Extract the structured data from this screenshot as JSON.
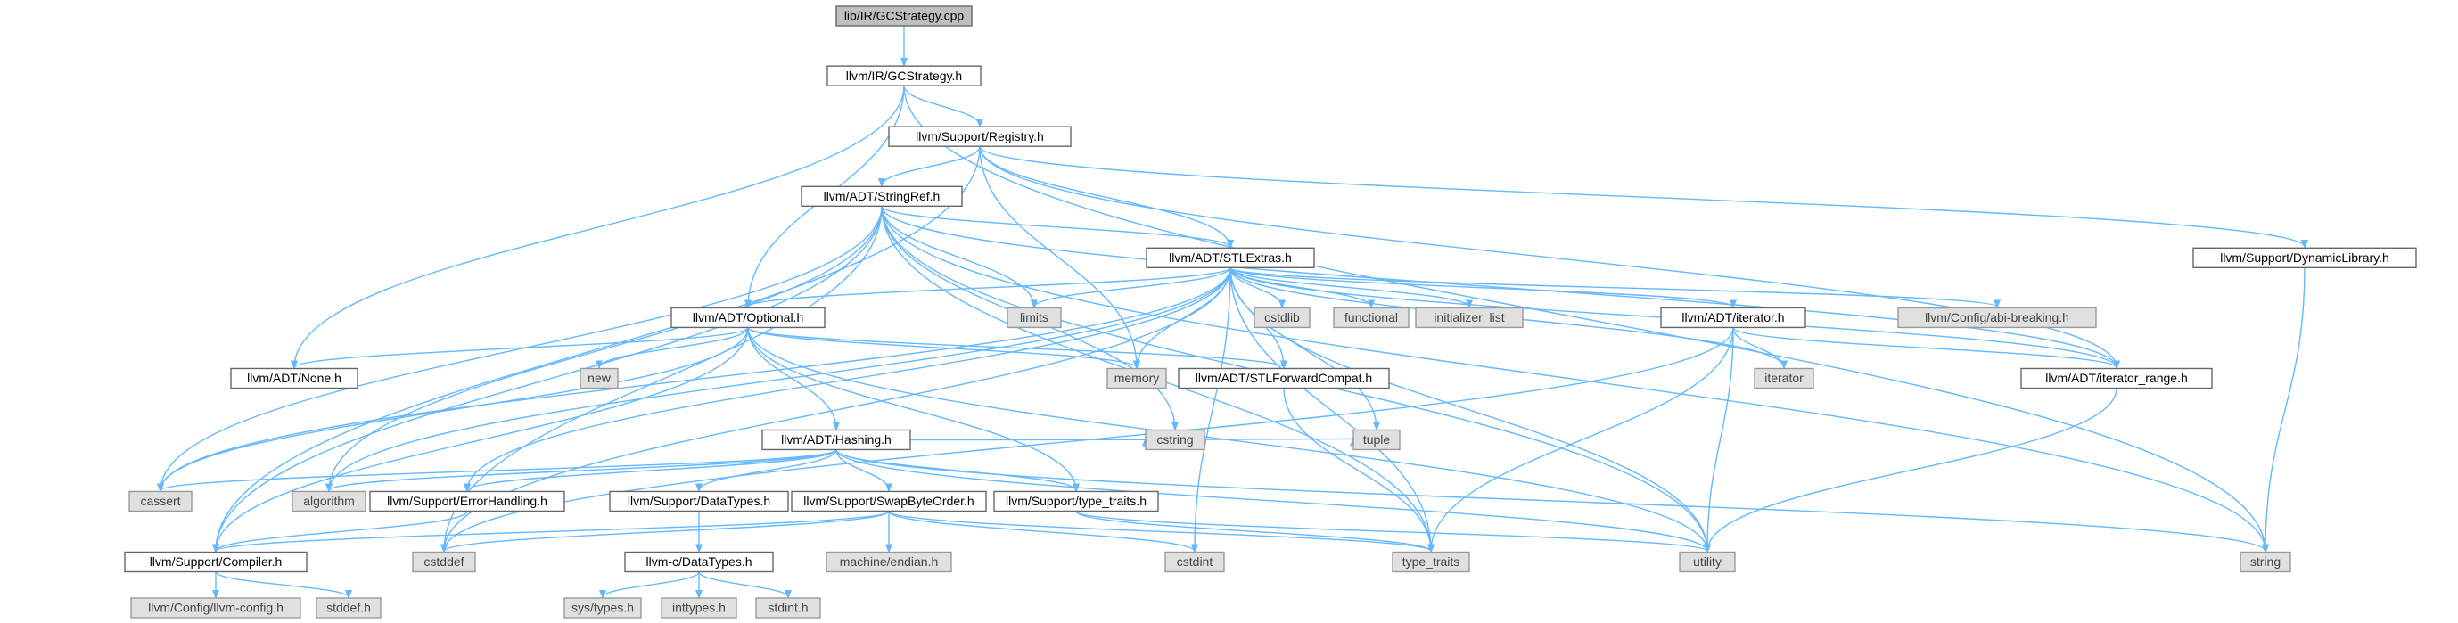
{
  "graph": {
    "colors": {
      "edge": "#63b8ff",
      "root_fill": "#bfbfbf",
      "internal_fill": "#ffffff",
      "external_fill": "#e0e0e0",
      "border": "#666666"
    },
    "nodes": [
      {
        "id": "root",
        "label": "lib/IR/GCStrategy.cpp",
        "kind": "root"
      },
      {
        "id": "gcstrategy_h",
        "label": "llvm/IR/GCStrategy.h",
        "kind": "internal"
      },
      {
        "id": "registry_h",
        "label": "llvm/Support/Registry.h",
        "kind": "internal"
      },
      {
        "id": "stringref_h",
        "label": "llvm/ADT/StringRef.h",
        "kind": "internal"
      },
      {
        "id": "stlextras_h",
        "label": "llvm/ADT/STLExtras.h",
        "kind": "internal"
      },
      {
        "id": "dynlib_h",
        "label": "llvm/Support/DynamicLibrary.h",
        "kind": "internal"
      },
      {
        "id": "optional_h",
        "label": "llvm/ADT/Optional.h",
        "kind": "internal"
      },
      {
        "id": "none_h",
        "label": "llvm/ADT/None.h",
        "kind": "internal"
      },
      {
        "id": "limits",
        "label": "limits",
        "kind": "external"
      },
      {
        "id": "cstdlib",
        "label": "cstdlib",
        "kind": "external"
      },
      {
        "id": "functional",
        "label": "functional",
        "kind": "external"
      },
      {
        "id": "initializer_list",
        "label": "initializer_list",
        "kind": "external"
      },
      {
        "id": "iterator_h",
        "label": "llvm/ADT/iterator.h",
        "kind": "internal"
      },
      {
        "id": "abi_breaking_h",
        "label": "llvm/Config/abi-breaking.h",
        "kind": "external"
      },
      {
        "id": "new",
        "label": "new",
        "kind": "external"
      },
      {
        "id": "memory",
        "label": "memory",
        "kind": "external"
      },
      {
        "id": "stlforwardcompat_h",
        "label": "llvm/ADT/STLForwardCompat.h",
        "kind": "internal"
      },
      {
        "id": "iterator",
        "label": "iterator",
        "kind": "external"
      },
      {
        "id": "iterator_range_h",
        "label": "llvm/ADT/iterator_range.h",
        "kind": "internal"
      },
      {
        "id": "hashing_h",
        "label": "llvm/ADT/Hashing.h",
        "kind": "internal"
      },
      {
        "id": "cassert",
        "label": "cassert",
        "kind": "external"
      },
      {
        "id": "algorithm",
        "label": "algorithm",
        "kind": "external"
      },
      {
        "id": "errorhandling_h",
        "label": "llvm/Support/ErrorHandling.h",
        "kind": "internal"
      },
      {
        "id": "datatypes_h",
        "label": "llvm/Support/DataTypes.h",
        "kind": "internal"
      },
      {
        "id": "swapbyteorder_h",
        "label": "llvm/Support/SwapByteOrder.h",
        "kind": "internal"
      },
      {
        "id": "type_traits_h",
        "label": "llvm/Support/type_traits.h",
        "kind": "internal"
      },
      {
        "id": "cstring",
        "label": "cstring",
        "kind": "external"
      },
      {
        "id": "tuple",
        "label": "tuple",
        "kind": "external"
      },
      {
        "id": "compiler_h",
        "label": "llvm/Support/Compiler.h",
        "kind": "internal"
      },
      {
        "id": "cstddef",
        "label": "cstddef",
        "kind": "external"
      },
      {
        "id": "c_datatypes_h",
        "label": "llvm-c/DataTypes.h",
        "kind": "internal"
      },
      {
        "id": "machine_endian_h",
        "label": "machine/endian.h",
        "kind": "external"
      },
      {
        "id": "cstdint",
        "label": "cstdint",
        "kind": "external"
      },
      {
        "id": "type_traits",
        "label": "type_traits",
        "kind": "external"
      },
      {
        "id": "utility",
        "label": "utility",
        "kind": "external"
      },
      {
        "id": "string",
        "label": "string",
        "kind": "external"
      },
      {
        "id": "llvm_config_h",
        "label": "llvm/Config/llvm-config.h",
        "kind": "external"
      },
      {
        "id": "stddef_h",
        "label": "stddef.h",
        "kind": "external"
      },
      {
        "id": "sys_types_h",
        "label": "sys/types.h",
        "kind": "external"
      },
      {
        "id": "inttypes_h",
        "label": "inttypes.h",
        "kind": "external"
      },
      {
        "id": "stdint_h",
        "label": "stdint.h",
        "kind": "external"
      }
    ],
    "edges": [
      [
        "root",
        "gcstrategy_h"
      ],
      [
        "gcstrategy_h",
        "registry_h"
      ],
      [
        "gcstrategy_h",
        "optional_h"
      ],
      [
        "gcstrategy_h",
        "none_h"
      ],
      [
        "gcstrategy_h",
        "string"
      ],
      [
        "registry_h",
        "stringref_h"
      ],
      [
        "registry_h",
        "stlextras_h"
      ],
      [
        "registry_h",
        "dynlib_h"
      ],
      [
        "registry_h",
        "compiler_h"
      ],
      [
        "registry_h",
        "memory"
      ],
      [
        "registry_h",
        "iterator_range_h"
      ],
      [
        "stringref_h",
        "stlextras_h"
      ],
      [
        "stringref_h",
        "compiler_h"
      ],
      [
        "stringref_h",
        "cassert"
      ],
      [
        "stringref_h",
        "cstddef"
      ],
      [
        "stringref_h",
        "algorithm"
      ],
      [
        "stringref_h",
        "limits"
      ],
      [
        "stringref_h",
        "string"
      ],
      [
        "stringref_h",
        "type_traits"
      ],
      [
        "stringref_h",
        "utility"
      ],
      [
        "stringref_h",
        "iterator_range_h"
      ],
      [
        "stringref_h",
        "cstring"
      ],
      [
        "stlextras_h",
        "optional_h"
      ],
      [
        "stlextras_h",
        "stlforwardcompat_h"
      ],
      [
        "stlextras_h",
        "iterator_h"
      ],
      [
        "stlextras_h",
        "iterator_range_h"
      ],
      [
        "stlextras_h",
        "abi_breaking_h"
      ],
      [
        "stlextras_h",
        "errorhandling_h"
      ],
      [
        "stlextras_h",
        "algorithm"
      ],
      [
        "stlextras_h",
        "cassert"
      ],
      [
        "stlextras_h",
        "cstddef"
      ],
      [
        "stlextras_h",
        "cstdint"
      ],
      [
        "stlextras_h",
        "cstdlib"
      ],
      [
        "stlextras_h",
        "functional"
      ],
      [
        "stlextras_h",
        "initializer_list"
      ],
      [
        "stlextras_h",
        "iterator"
      ],
      [
        "stlextras_h",
        "limits"
      ],
      [
        "stlextras_h",
        "memory"
      ],
      [
        "stlextras_h",
        "tuple"
      ],
      [
        "stlextras_h",
        "type_traits"
      ],
      [
        "stlextras_h",
        "utility"
      ],
      [
        "optional_h",
        "none_h"
      ],
      [
        "optional_h",
        "hashing_h"
      ],
      [
        "optional_h",
        "stlforwardcompat_h"
      ],
      [
        "optional_h",
        "type_traits_h"
      ],
      [
        "optional_h",
        "compiler_h"
      ],
      [
        "optional_h",
        "cassert"
      ],
      [
        "optional_h",
        "new"
      ],
      [
        "optional_h",
        "utility"
      ],
      [
        "optional_h",
        "memory"
      ],
      [
        "hashing_h",
        "errorhandling_h"
      ],
      [
        "hashing_h",
        "datatypes_h"
      ],
      [
        "hashing_h",
        "swapbyteorder_h"
      ],
      [
        "hashing_h",
        "type_traits_h"
      ],
      [
        "hashing_h",
        "algorithm"
      ],
      [
        "hashing_h",
        "cassert"
      ],
      [
        "hashing_h",
        "cstring"
      ],
      [
        "hashing_h",
        "string"
      ],
      [
        "hashing_h",
        "tuple"
      ],
      [
        "hashing_h",
        "utility"
      ],
      [
        "errorhandling_h",
        "compiler_h"
      ],
      [
        "datatypes_h",
        "c_datatypes_h"
      ],
      [
        "swapbyteorder_h",
        "compiler_h"
      ],
      [
        "swapbyteorder_h",
        "cstddef"
      ],
      [
        "swapbyteorder_h",
        "cstdint"
      ],
      [
        "swapbyteorder_h",
        "type_traits"
      ],
      [
        "swapbyteorder_h",
        "machine_endian_h"
      ],
      [
        "type_traits_h",
        "type_traits"
      ],
      [
        "type_traits_h",
        "utility"
      ],
      [
        "stlforwardcompat_h",
        "type_traits"
      ],
      [
        "iterator_h",
        "iterator_range_h"
      ],
      [
        "iterator_h",
        "cstddef"
      ],
      [
        "iterator_h",
        "iterator"
      ],
      [
        "iterator_h",
        "type_traits"
      ],
      [
        "iterator_h",
        "utility"
      ],
      [
        "iterator_range_h",
        "utility"
      ],
      [
        "dynlib_h",
        "string"
      ],
      [
        "compiler_h",
        "llvm_config_h"
      ],
      [
        "compiler_h",
        "stddef_h"
      ],
      [
        "c_datatypes_h",
        "sys_types_h"
      ],
      [
        "c_datatypes_h",
        "inttypes_h"
      ],
      [
        "c_datatypes_h",
        "stdint_h"
      ]
    ]
  }
}
